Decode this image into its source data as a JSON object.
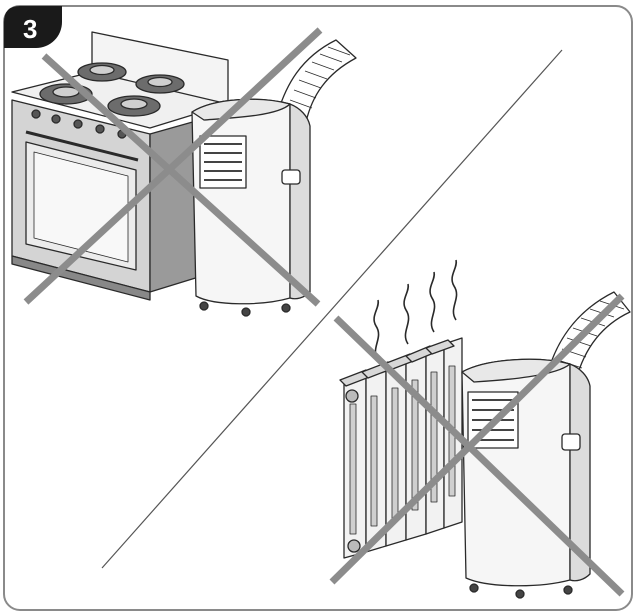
{
  "step": {
    "number": "3"
  },
  "illustration": {
    "top_scene": [
      "gas-stove-oven",
      "portable-air-conditioner",
      "prohibited-cross"
    ],
    "bottom_scene": [
      "radiator-heater",
      "portable-air-conditioner",
      "prohibited-cross"
    ]
  },
  "colors": {
    "frame": "#8a8a8a",
    "badge": "#1a1a1a",
    "cross": "#8c8c8c",
    "outline": "#2a2a2a",
    "panel_gray": "#b8b8b8",
    "light_gray": "#e6e6e6"
  }
}
